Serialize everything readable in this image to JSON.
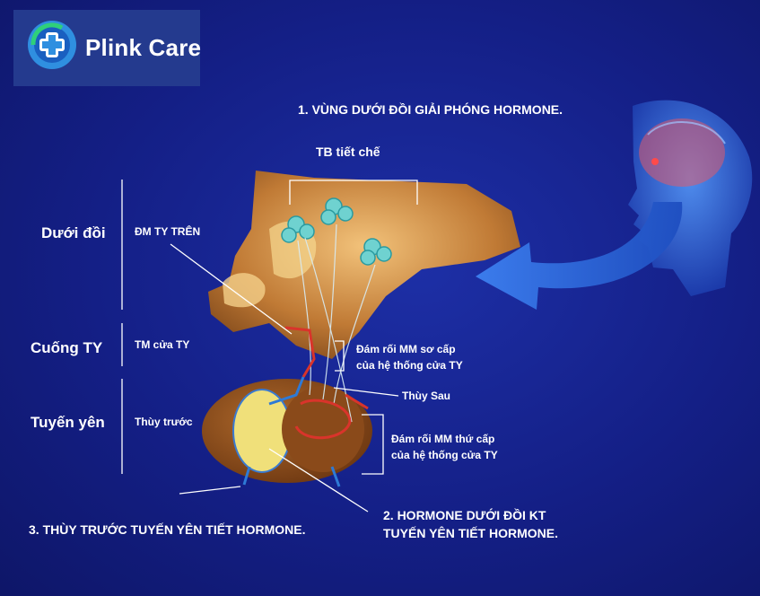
{
  "logo": {
    "text": "Plink Care",
    "icon": "medical-cross-logo-icon"
  },
  "steps": {
    "step1": "1. VÙNG DƯỚI ĐỒI GIẢI PHÓNG HORMONE.",
    "step2_line1": "2. HORMONE DƯỚI ĐỒI KT",
    "step2_line2": "TUYẾN YÊN TIẾT HORMONE.",
    "step3": "3. THÙY TRƯỚC TUYẾN YÊN TIẾT HORMONE."
  },
  "regions": {
    "hypothalamus": "Dưới đồi",
    "stalk": "Cuống TY",
    "pituitary": "Tuyến yên"
  },
  "labels": {
    "secretory_cells": "TB tiết chế",
    "superior_artery": "ĐM TY TRÊN",
    "portal_vein": "TM cửa TY",
    "anterior_lobe": "Thùy trước",
    "primary_plexus_line1": "Đám rối MM sơ cấp",
    "primary_plexus_line2": "của hệ thống cửa TY",
    "posterior_lobe": "Thùy Sau",
    "secondary_plexus_line1": "Đám rối MM thứ cấp",
    "secondary_plexus_line2": "của hệ thống cửa TY"
  },
  "colors": {
    "background": "#141f86",
    "logo_box": "#243a8e",
    "arrow": "#2f6fe0",
    "tissue": "#a7652a",
    "artery": "#d9342b",
    "vein": "#2e7ad6"
  }
}
